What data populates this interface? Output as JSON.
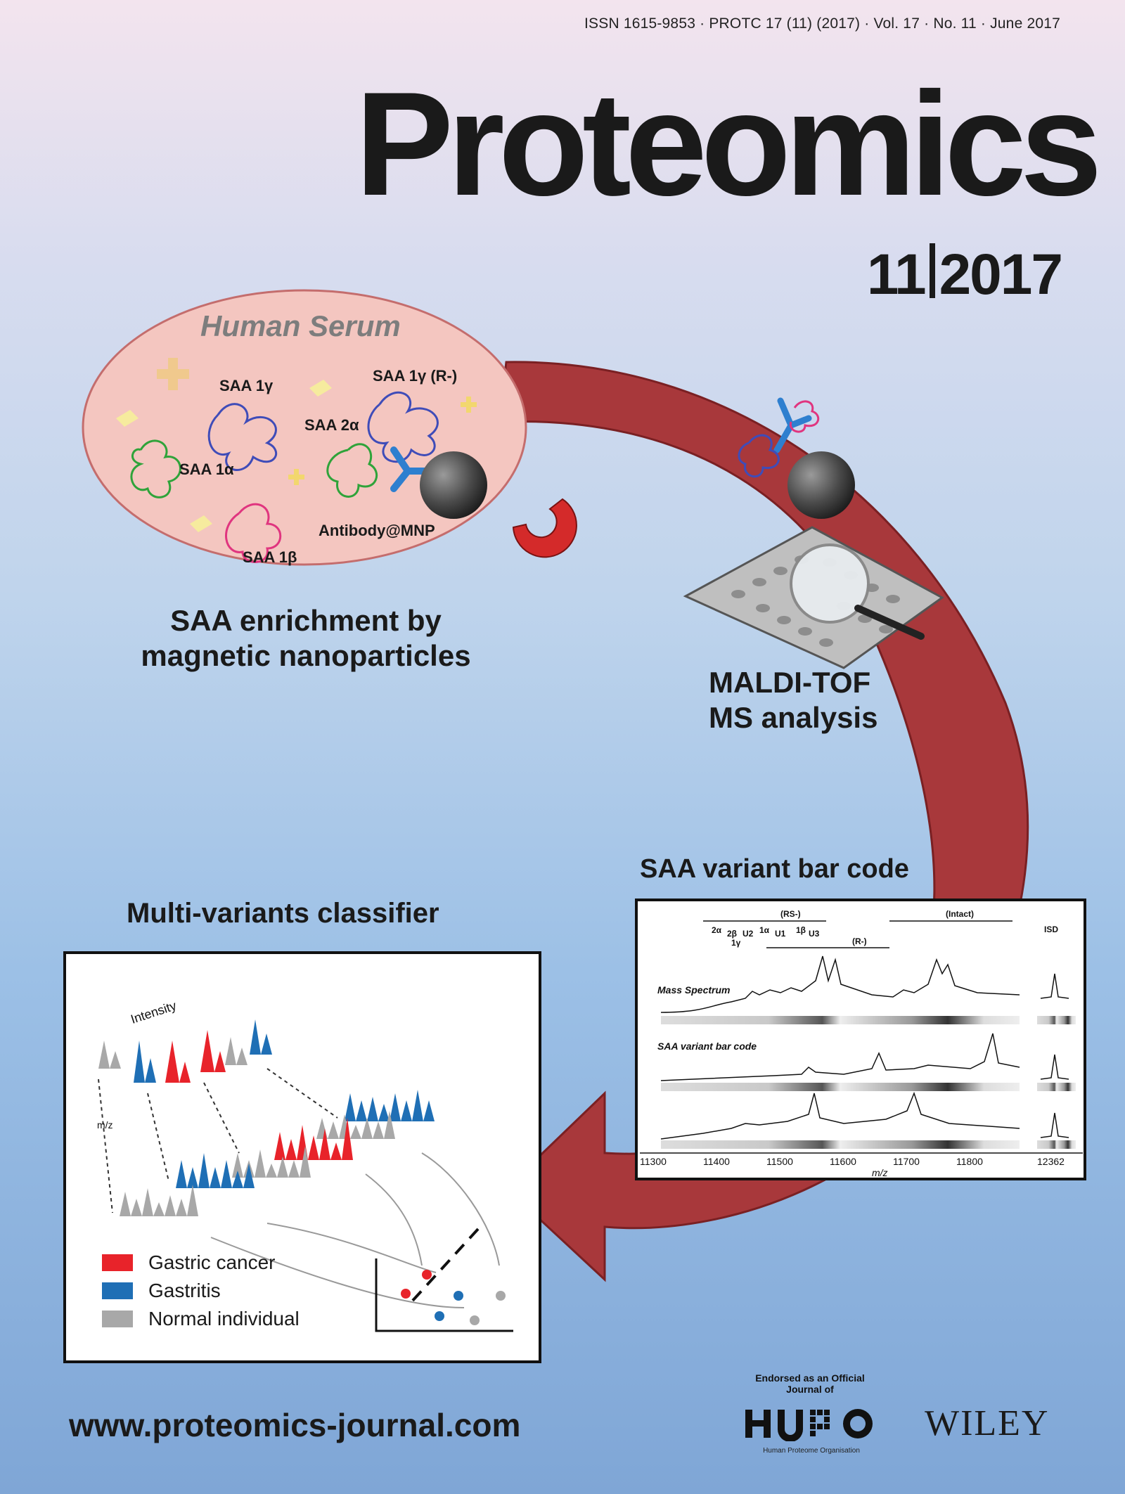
{
  "header": {
    "issn": "ISSN 1615-9853 · PROTC 17 (11) (2017) · Vol. 17 · No. 11 · June 2017",
    "journal_title": "Proteomics",
    "issue_number": "11",
    "issue_year": "2017"
  },
  "serum_panel": {
    "title": "Human Serum",
    "labels": [
      "SAA 1γ",
      "SAA 1γ (R-)",
      "SAA 2α",
      "SAA 1α",
      "Antibody@MNP",
      "SAA 1β"
    ]
  },
  "steps": {
    "enrichment": "SAA enrichment by magnetic nanoparticles",
    "maldi": "MALDI-TOF MS analysis",
    "barcode": "SAA variant bar code",
    "classifier": "Multi-variants classifier"
  },
  "spectrum_panel": {
    "group_labels": [
      "(RS-)",
      "(R-)",
      "(Intact)",
      "ISD"
    ],
    "variant_labels": [
      "2α",
      "2β",
      "U2",
      "1α",
      "U1",
      "1γ",
      "1β",
      "U3"
    ],
    "trace_labels": [
      "Mass Spectrum",
      "SAA variant bar code"
    ],
    "x_ticks": [
      "11300",
      "11400",
      "11500",
      "11600",
      "11700",
      "11800",
      "12362"
    ],
    "x_label": "m/z"
  },
  "classifier_panel": {
    "axis_intensity": "Intensity",
    "axis_mz": "m/z",
    "legend": [
      {
        "label": "Gastric cancer",
        "color": "#e8232a"
      },
      {
        "label": "Gastritis",
        "color": "#1f6fb5"
      },
      {
        "label": "Normal individual",
        "color": "#a8a8a8"
      }
    ]
  },
  "footer": {
    "url": "www.proteomics-journal.com",
    "hupo_endorse": "Endorsed as an Official Journal of",
    "hupo_logo": "HUPO",
    "hupo_sub": "Human Proteome Organisation",
    "publisher": "WILEY"
  },
  "colors": {
    "arrow": "#a0393c",
    "serum_fill": "#f4c6c0"
  }
}
